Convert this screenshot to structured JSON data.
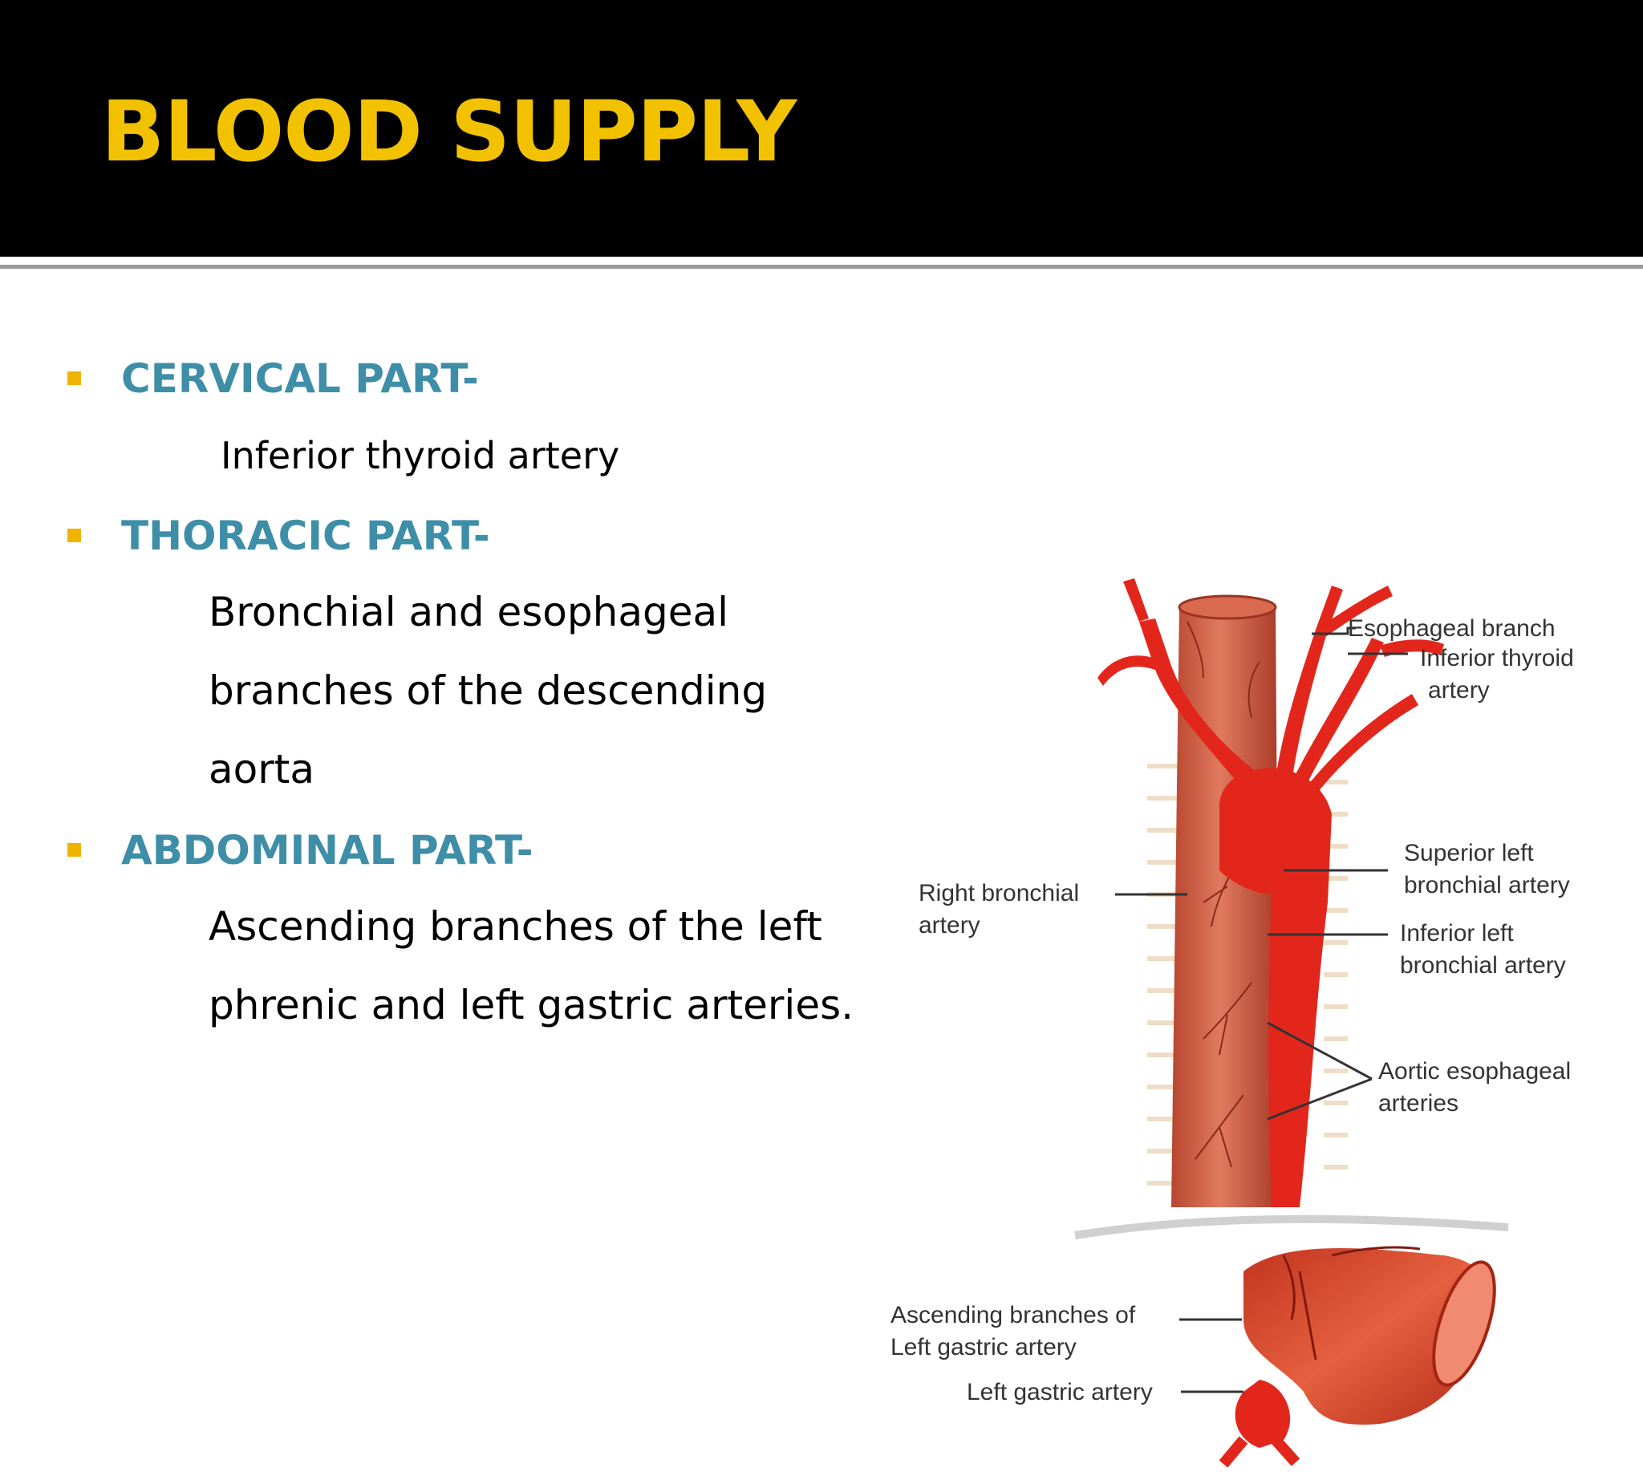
{
  "slide": {
    "title": "BLOOD SUPPLY",
    "colors": {
      "title": "#f2c200",
      "heading": "#3e8ea8",
      "bullet": "#f0b400",
      "body": "#000000",
      "artery": "#e3261c",
      "esophagus": "#c9543e"
    }
  },
  "sections": [
    {
      "heading": "CERVICAL PART-",
      "lines": [
        "Inferior thyroid artery"
      ]
    },
    {
      "heading": "THORACIC PART-",
      "lines": [
        "Bronchial and esophageal",
        "branches of the descending",
        "aorta"
      ]
    },
    {
      "heading": "ABDOMINAL PART-",
      "lines": [
        "Ascending branches of the left",
        "phrenic and left gastric arteries."
      ]
    }
  ],
  "diagram": {
    "labels": {
      "esophageal_branch": "Esophageal branch",
      "inferior_thyroid_1": "Inferior thyroid",
      "inferior_thyroid_2": "artery",
      "right_bronchial_1": "Right bronchial",
      "right_bronchial_2": "artery",
      "superior_left_1": "Superior left",
      "superior_left_2": "bronchial artery",
      "inferior_left_1": "Inferior left",
      "inferior_left_2": "bronchial artery",
      "aortic_esophageal_1": "Aortic esophageal",
      "aortic_esophageal_2": "arteries",
      "ascending_gastric_1": "Ascending branches of",
      "ascending_gastric_2": "Left gastric artery",
      "left_gastric": "Left gastric artery"
    }
  }
}
